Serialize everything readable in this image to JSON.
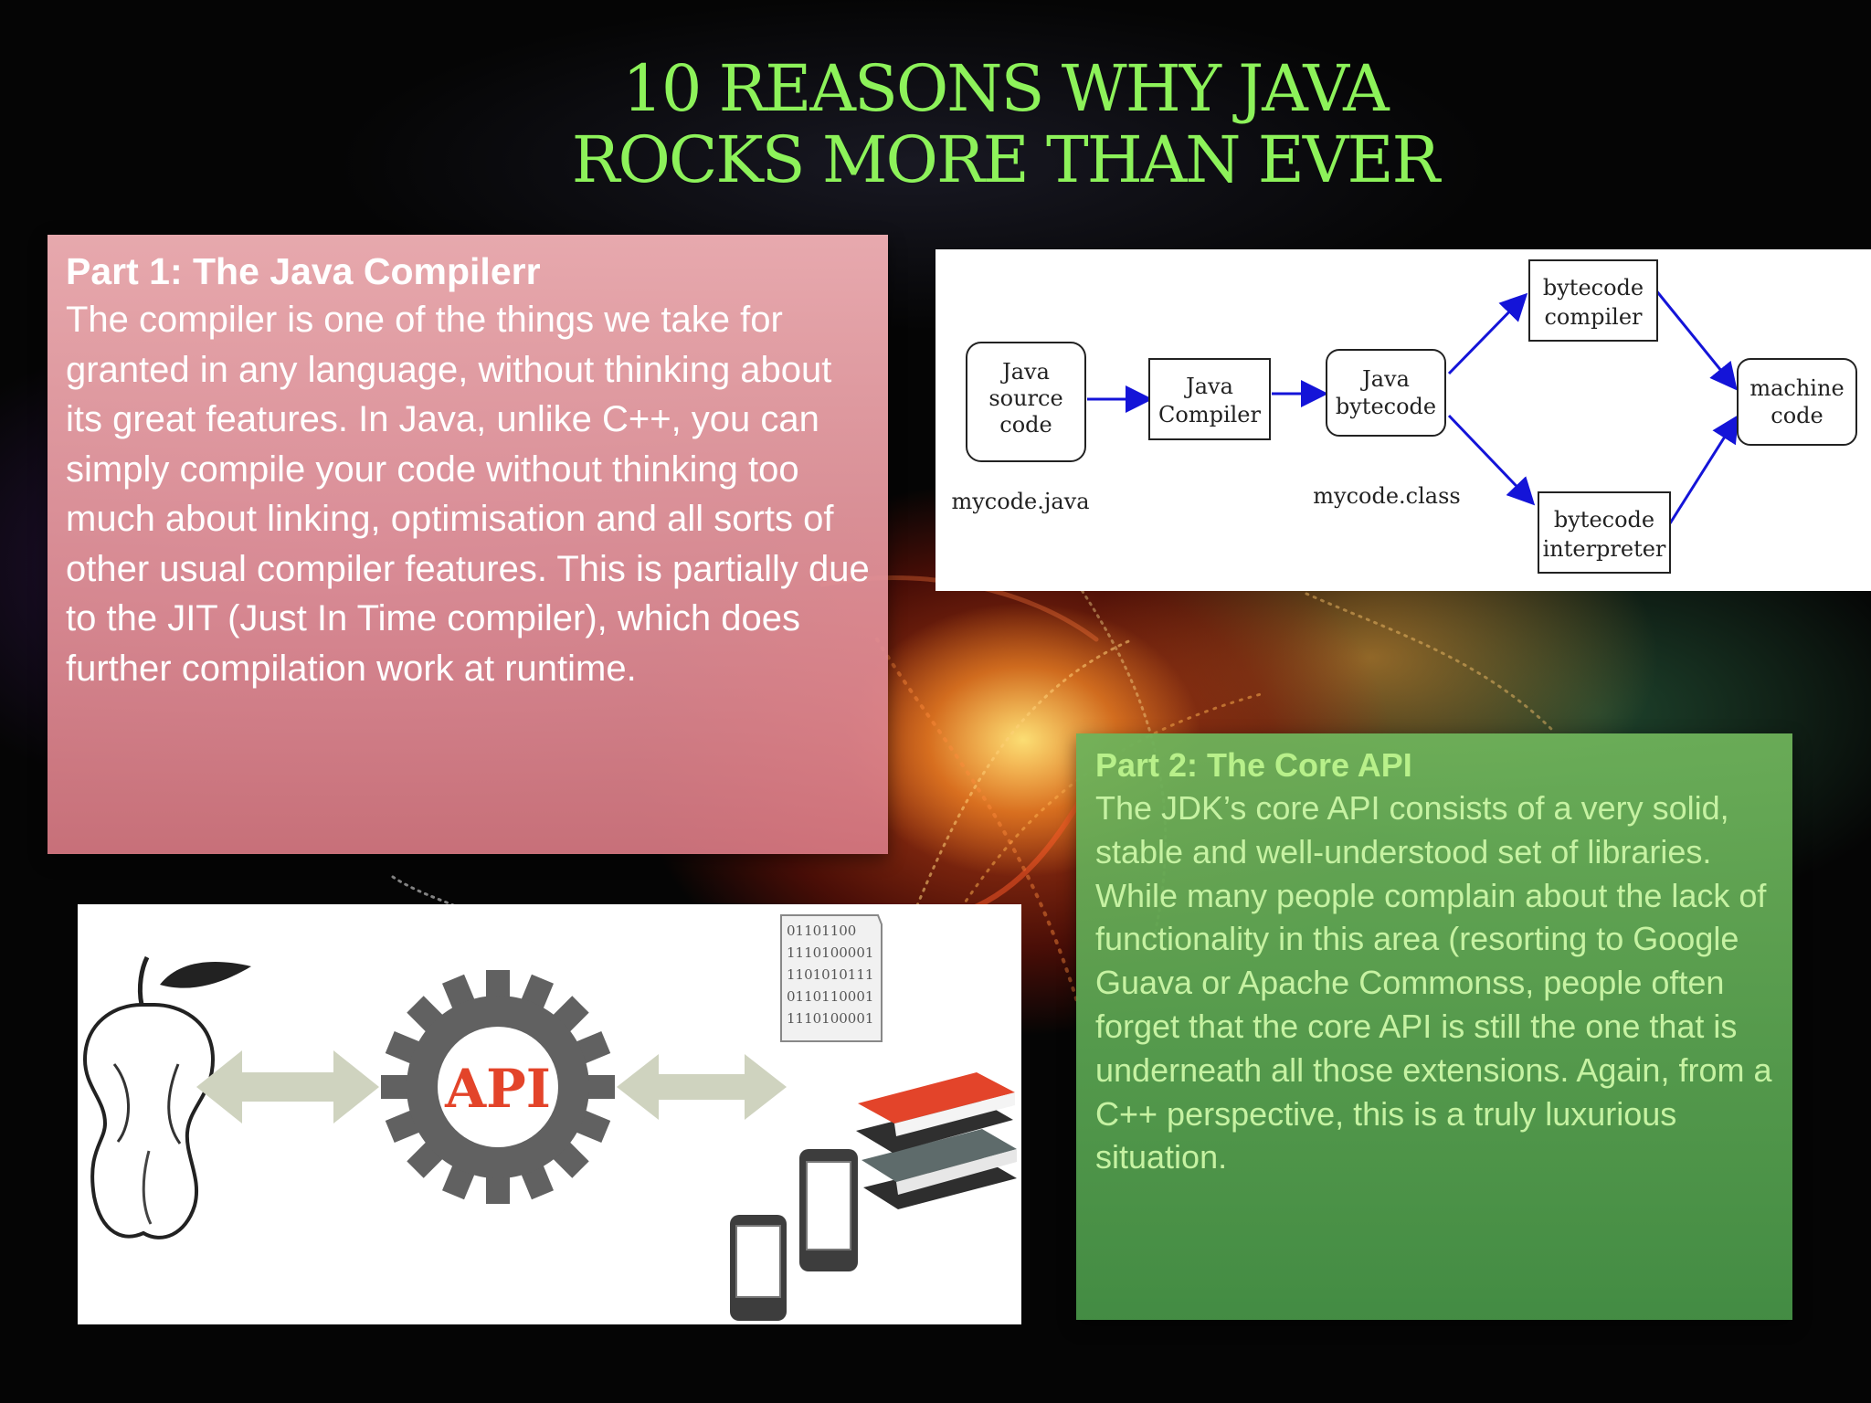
{
  "title": {
    "line1": "10 REASONS WHY JAVA",
    "line2": "ROCKS MORE THAN EVER"
  },
  "part1": {
    "heading": "Part 1: The Java Compilerr",
    "body": "The compiler is one of the things we take for granted in any language, without thinking about its great features. In Java, unlike C++, you can simply compile your code without thinking too much about linking, optimisation and all sorts of other usual compiler features. This is partially due to the JIT (Just In Time compiler), which does further compilation work at runtime."
  },
  "part2": {
    "heading": "Part 2: The Core API",
    "body": "The JDK’s core API consists of a very solid, stable and well-understood set of libraries. While many people complain about the lack of functionality in this area (resorting to Google Guava or Apache Commonss, people often forget that the core API is still the one that is underneath all those extensions. Again, from a C++ perspective, this is a truly luxurious situation."
  },
  "flow_diagram": {
    "source_line1": "Java",
    "source_line2": "source",
    "source_line3": "code",
    "compiler_line1": "Java",
    "compiler_line2": "Compiler",
    "bytecode_line1": "Java",
    "bytecode_line2": "bytecode",
    "bc_compiler_line1": "bytecode",
    "bc_compiler_line2": "compiler",
    "interpreter_line1": "bytecode",
    "interpreter_line2": "interpreter",
    "machine_line1": "machine",
    "machine_line2": "code",
    "source_file": "mycode.java",
    "class_file": "mycode.class"
  },
  "api_illustration": {
    "api_label": "API",
    "binary_lines": [
      "01101100",
      "1110100001",
      "1101010111",
      "0110110001",
      "1110100001"
    ],
    "icons": [
      "apple-core-icon",
      "gear-icon",
      "binary-file-icon",
      "books-icon",
      "phone-icon"
    ]
  },
  "colors": {
    "title": "#8df25a",
    "red_box": "#e7a3aa",
    "green_box": "#5fa551",
    "arrow_blue": "#1414d8",
    "api_red": "#e3442a"
  }
}
